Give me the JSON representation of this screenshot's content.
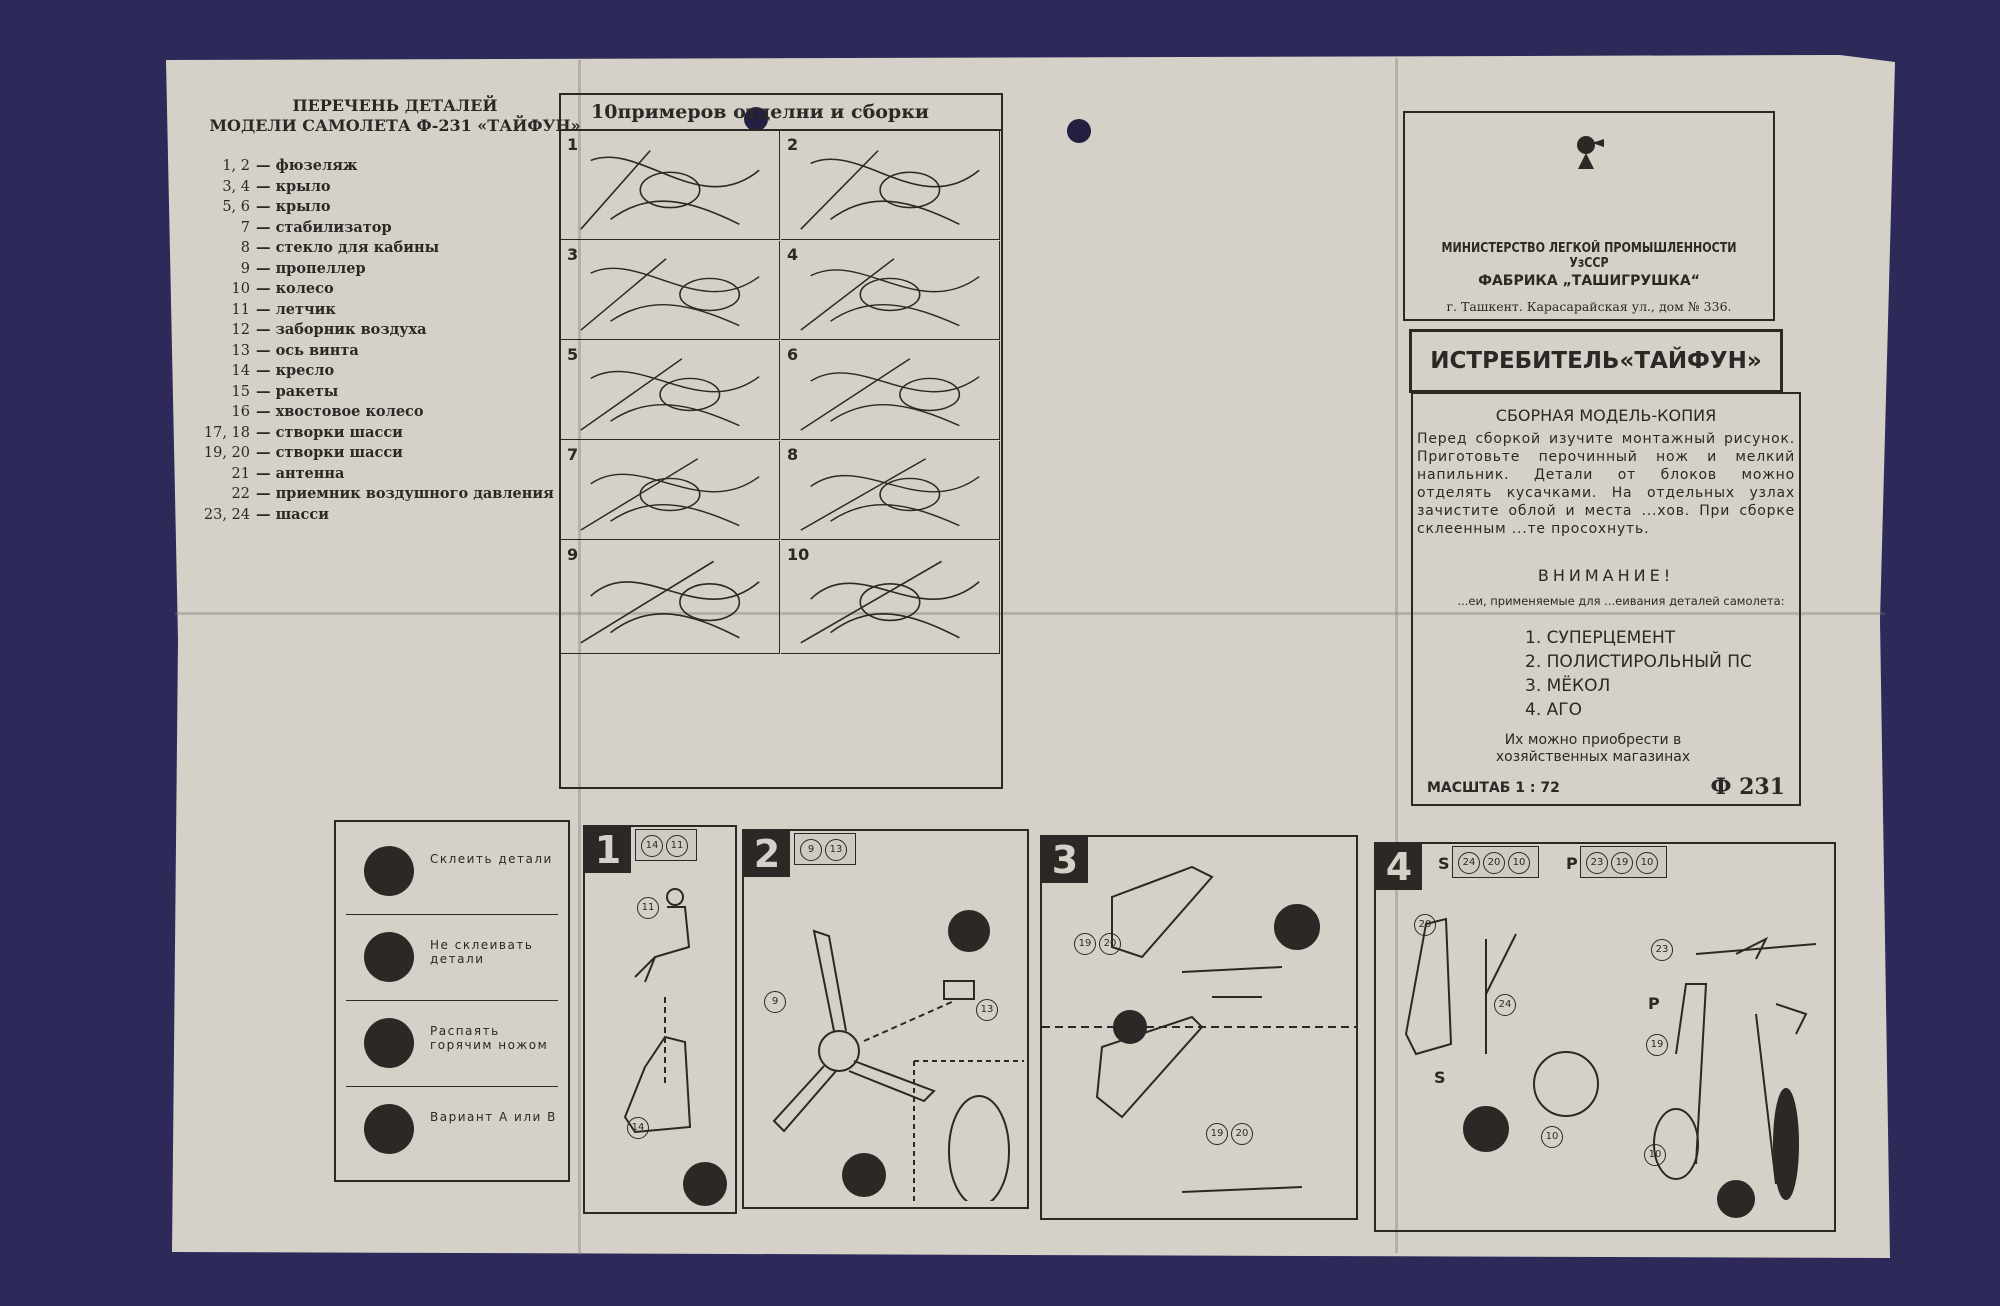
{
  "parts": {
    "title_line1": "ПЕРЕЧЕНЬ ДЕТАЛЕЙ",
    "title_line2": "МОДЕЛИ САМОЛЕТА Ф-231 «ТАЙФУН»",
    "items": [
      {
        "num": "1, 2",
        "name": "фюзеляж"
      },
      {
        "num": "3, 4",
        "name": "крыло"
      },
      {
        "num": "5, 6",
        "name": "крыло"
      },
      {
        "num": "7",
        "name": "стабилизатор"
      },
      {
        "num": "8",
        "name": "стекло для кабины"
      },
      {
        "num": "9",
        "name": "пропеллер"
      },
      {
        "num": "10",
        "name": "колесо"
      },
      {
        "num": "11",
        "name": "летчик"
      },
      {
        "num": "12",
        "name": "заборник воздуха"
      },
      {
        "num": "13",
        "name": "ось винта"
      },
      {
        "num": "14",
        "name": "кресло"
      },
      {
        "num": "15",
        "name": "ракеты"
      },
      {
        "num": "16",
        "name": "хвостовое колесо"
      },
      {
        "num": "17, 18",
        "name": "створки шасси"
      },
      {
        "num": "19, 20",
        "name": "створки шасси"
      },
      {
        "num": "21",
        "name": "антенна"
      },
      {
        "num": "22",
        "name": "приемник воздушного давления"
      },
      {
        "num": "23, 24",
        "name": "шасси"
      }
    ]
  },
  "examples": {
    "title": "10примеров отделни и сборки",
    "cells": [
      "1",
      "2",
      "3",
      "4",
      "5",
      "6",
      "7",
      "8",
      "9",
      "10"
    ]
  },
  "maker": {
    "ministry": "МИНИСТЕРСТВО ЛЕГКОЙ ПРОМЫШЛЕННОСТИ УзССР",
    "factory": "ФАБРИКА „ТАШИГРУШКА“",
    "address": "г. Ташкент. Карасарайская ул., дом № 336."
  },
  "product_title": "ИСТРЕБИТЕЛЬ«ТАЙФУН»",
  "info": {
    "subtitle": "СБОРНАЯ МОДЕЛЬ-КОПИЯ",
    "body": "Перед сборкой изучите монтажный рисунок. Приготовьте перочинный нож и мелкий напильник. Детали от блоков можно отделять кусачками. На отдельных узлах зачистите облой и места ...хов. При сборке склеенным ...те просохнуть.",
    "attention": "ВНИМАНИЕ!",
    "glue_intro": "...еи, применяемые для ...еивания деталей самолета:",
    "glues": [
      "1. СУПЕРЦЕМЕНТ",
      "2. ПОЛИСТИРОЛЬНЫЙ ПС",
      "3. МЁКОЛ",
      "4. АГО"
    ],
    "where": "Их можно приобрести в хозяйственных магазинах",
    "scale": "МАСШТАБ 1 : 72",
    "code": "Ф 231"
  },
  "legend": [
    {
      "icon": "glue-tube-icon",
      "text": "Склеить детали"
    },
    {
      "icon": "no-glue-icon",
      "text": "Не склеивать детали"
    },
    {
      "icon": "hot-knife-icon",
      "text": "Распаять горячим ножом"
    },
    {
      "icon": "variant-ab-icon",
      "text": "Вариант  А или В"
    }
  ],
  "steps": [
    {
      "num": "1",
      "parts": [
        "14",
        "11"
      ],
      "labels": [
        "11",
        "14"
      ]
    },
    {
      "num": "2",
      "parts": [
        "9",
        "13"
      ],
      "labels": [
        "9",
        "13"
      ]
    },
    {
      "num": "3",
      "labels": [
        "19",
        "20",
        "19",
        "20"
      ]
    },
    {
      "num": "4",
      "s_label": "S",
      "s_parts": [
        "24",
        "20",
        "10"
      ],
      "p_label": "P",
      "p_parts": [
        "23",
        "19",
        "10"
      ],
      "labels": [
        "20",
        "24",
        "10",
        "23",
        "19",
        "10",
        "S",
        "P"
      ]
    }
  ],
  "colors": {
    "background": "#2d2a5a",
    "paper": "#d5d1c8",
    "ink": "#2b2826"
  }
}
